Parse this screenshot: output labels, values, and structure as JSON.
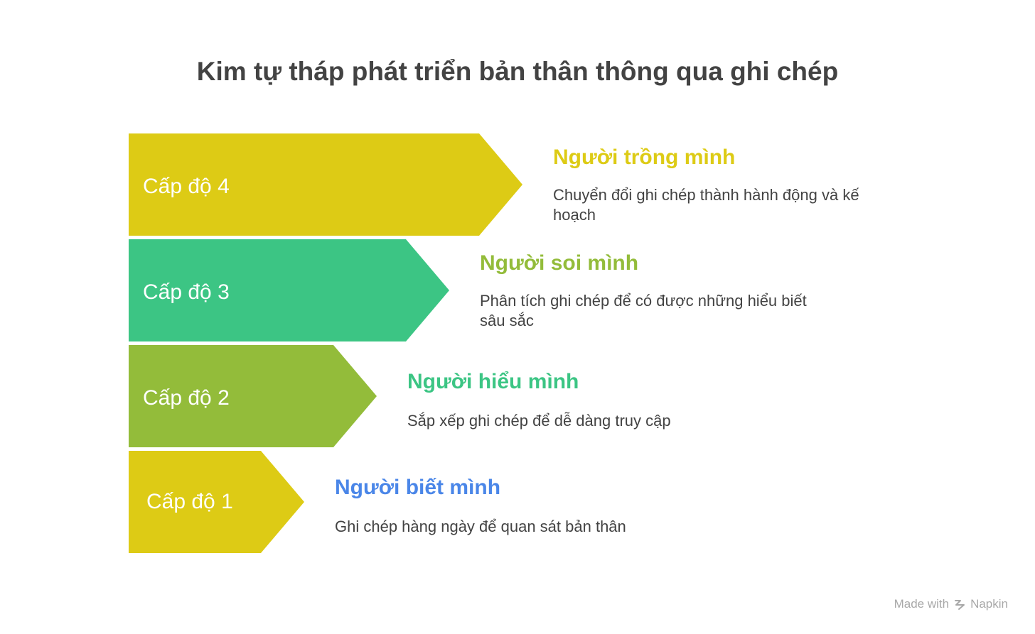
{
  "title": "Kim tự tháp phát triển bản thân thông qua ghi chép",
  "levels": [
    {
      "label": "Cấp độ 4",
      "color": "#DDCB15",
      "heading": "Người trồng mình",
      "heading_color": "#DDCB15",
      "description": "Chuyển đổi ghi chép thành hành động và kế hoạch"
    },
    {
      "label": "Cấp độ 3",
      "color": "#3CC584",
      "heading": "Người soi mình",
      "heading_color": "#93BC3A",
      "description": "Phân tích ghi chép để có được những hiểu biết sâu sắc"
    },
    {
      "label": "Cấp độ 2",
      "color": "#93BC3A",
      "heading": "Người hiểu mình",
      "heading_color": "#3CC584",
      "description": "Sắp xếp ghi chép để dễ dàng truy cập"
    },
    {
      "label": "Cấp độ 1",
      "color": "#DDCB15",
      "heading": "Người biết mình",
      "heading_color": "#4A86E8",
      "description": "Ghi chép hàng ngày để quan sát bản thân"
    }
  ],
  "watermark": {
    "prefix": "Made with",
    "brand": "Napkin"
  }
}
